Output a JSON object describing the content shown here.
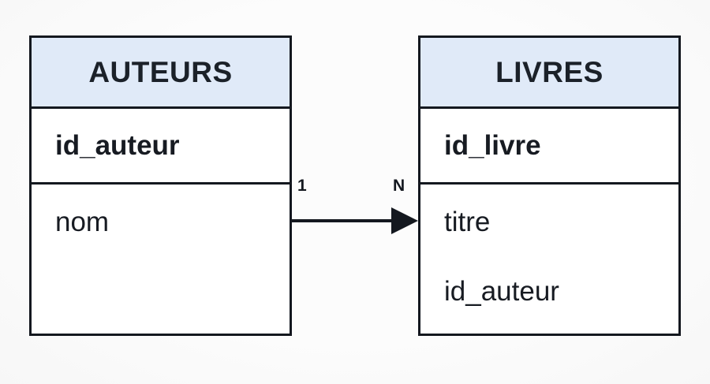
{
  "entities": [
    {
      "name": "AUTEURS",
      "attributes": [
        {
          "label": "id_auteur",
          "primary_key": true
        },
        {
          "label": "nom",
          "primary_key": false
        }
      ]
    },
    {
      "name": "LIVRES",
      "attributes": [
        {
          "label": "id_livre",
          "primary_key": true
        },
        {
          "label": "titre",
          "primary_key": false
        },
        {
          "label": "id_auteur",
          "primary_key": false
        }
      ]
    }
  ],
  "relationship": {
    "from": "AUTEURS",
    "to": "LIVRES",
    "type": "one-to-many",
    "from_cardinality": "1",
    "to_cardinality": "N"
  },
  "colors": {
    "header_bg": "#e0eaf8",
    "border": "#14181f",
    "text": "#171b22",
    "background": "#fafafa"
  }
}
